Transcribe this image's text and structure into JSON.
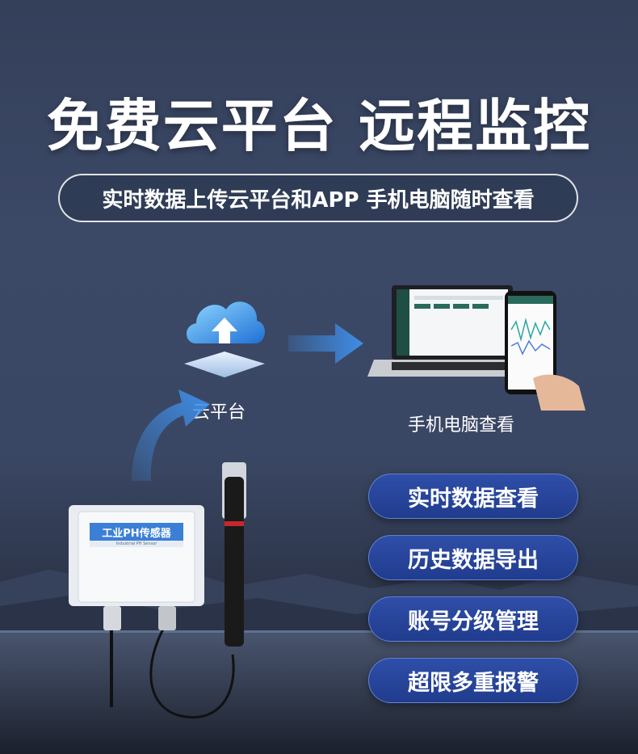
{
  "header": {
    "title": "免费云平台 远程监控",
    "subtitle": "实时数据上传云平台和APP 手机电脑随时查看"
  },
  "diagram": {
    "cloud_label": "云平台",
    "devices_label": "手机电脑查看",
    "sensor_label": "工业PH传感器",
    "sensor_sublabel": "Industrial PH Sensor"
  },
  "features": [
    {
      "label": "实时数据查看"
    },
    {
      "label": "历史数据导出"
    },
    {
      "label": "账号分级管理"
    },
    {
      "label": "超限多重报警"
    }
  ],
  "colors": {
    "accent_blue": "#2a4aa5",
    "arrow_blue": "#3f8ee8"
  }
}
